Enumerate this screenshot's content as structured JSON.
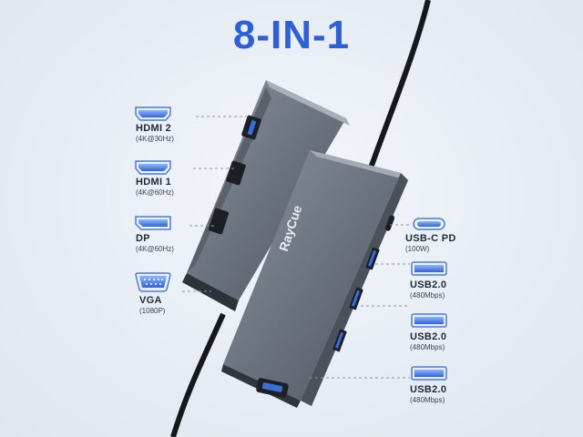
{
  "headline": "8-IN-1",
  "brand": "RayCue",
  "ports_left": [
    {
      "name": "HDMI 2",
      "spec": "(4K@30Hz)",
      "icon": "hdmi-port-icon"
    },
    {
      "name": "HDMI 1",
      "spec": "(4K@60Hz)",
      "icon": "hdmi-port-icon"
    },
    {
      "name": "DP",
      "spec": "(4K@60Hz)",
      "icon": "displayport-icon"
    },
    {
      "name": "VGA",
      "spec": "(1080P)",
      "icon": "vga-port-icon"
    }
  ],
  "ports_right": [
    {
      "name": "USB-C PD",
      "spec": "(100W)",
      "icon": "usb-c-port-icon"
    },
    {
      "name": "USB2.0",
      "spec": "(480Mbps)",
      "icon": "usb-a-port-icon"
    },
    {
      "name": "USB2.0",
      "spec": "(480Mbps)",
      "icon": "usb-a-port-icon"
    },
    {
      "name": "USB2.0",
      "spec": "(480Mbps)",
      "icon": "usb-a-port-icon"
    }
  ],
  "colors": {
    "headline": "#2f5fd6",
    "hub_body": "#6f7784",
    "hub_dark": "#3d434c",
    "port_blue": "#3a6fd8"
  }
}
